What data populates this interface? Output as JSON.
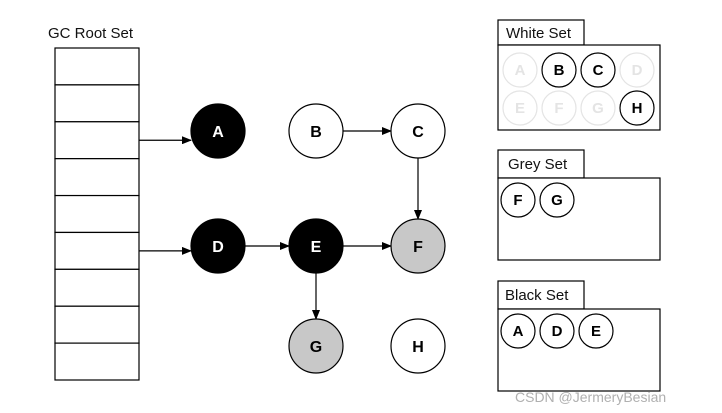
{
  "root_set": {
    "title": "GC Root Set",
    "slot_count": 9
  },
  "nodes": [
    {
      "id": "A",
      "label": "A",
      "color": "black"
    },
    {
      "id": "B",
      "label": "B",
      "color": "white"
    },
    {
      "id": "C",
      "label": "C",
      "color": "white"
    },
    {
      "id": "D",
      "label": "D",
      "color": "black"
    },
    {
      "id": "E",
      "label": "E",
      "color": "black"
    },
    {
      "id": "F",
      "label": "F",
      "color": "grey"
    },
    {
      "id": "G",
      "label": "G",
      "color": "grey"
    },
    {
      "id": "H",
      "label": "H",
      "color": "white"
    }
  ],
  "edges": [
    {
      "from": "root-slot-3",
      "to": "A"
    },
    {
      "from": "root-slot-6",
      "to": "D"
    },
    {
      "from": "B",
      "to": "C"
    },
    {
      "from": "C",
      "to": "F"
    },
    {
      "from": "D",
      "to": "E"
    },
    {
      "from": "E",
      "to": "F"
    },
    {
      "from": "E",
      "to": "G"
    }
  ],
  "sets": {
    "white": {
      "title": "White Set",
      "items": [
        {
          "label": "A",
          "active": false
        },
        {
          "label": "B",
          "active": true
        },
        {
          "label": "C",
          "active": true
        },
        {
          "label": "D",
          "active": false
        },
        {
          "label": "E",
          "active": false
        },
        {
          "label": "F",
          "active": false
        },
        {
          "label": "G",
          "active": false
        },
        {
          "label": "H",
          "active": true
        }
      ]
    },
    "grey": {
      "title": "Grey Set",
      "items": [
        {
          "label": "F",
          "active": true
        },
        {
          "label": "G",
          "active": true
        }
      ]
    },
    "black": {
      "title": "Black Set",
      "items": [
        {
          "label": "A",
          "active": true
        },
        {
          "label": "D",
          "active": true
        },
        {
          "label": "E",
          "active": true
        }
      ]
    }
  },
  "colors": {
    "black_fill": "#000000",
    "grey_fill": "#c8c8c8",
    "white_fill": "#ffffff",
    "stroke": "#000000",
    "faded": "#e4e4e4"
  },
  "watermark": "CSDN @JermeryBesian"
}
